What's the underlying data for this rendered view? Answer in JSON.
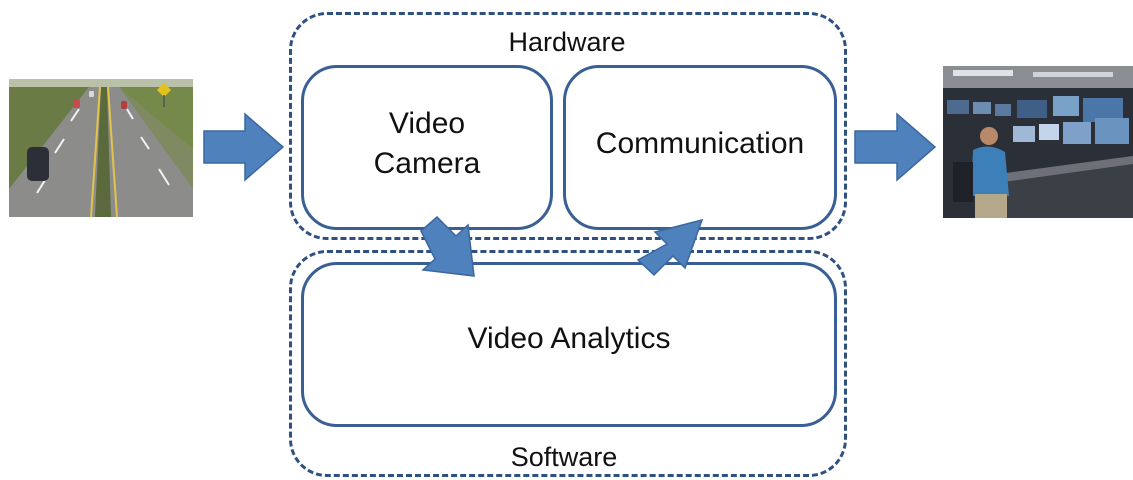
{
  "groups": {
    "hardware": {
      "label": "Hardware"
    },
    "software": {
      "label": "Software"
    }
  },
  "boxes": {
    "video_camera": {
      "label": "Video\nCamera"
    },
    "communication": {
      "label": "Communication"
    },
    "video_analytics": {
      "label": "Video  Analytics"
    }
  },
  "images": {
    "input": "highway-traffic-photo",
    "output": "traffic-control-center-photo"
  },
  "colors": {
    "arrow": "#4f81bd",
    "arrow_stroke": "#3a679e",
    "dashed_border": "#2e5083",
    "box_border": "#3a5f94"
  }
}
